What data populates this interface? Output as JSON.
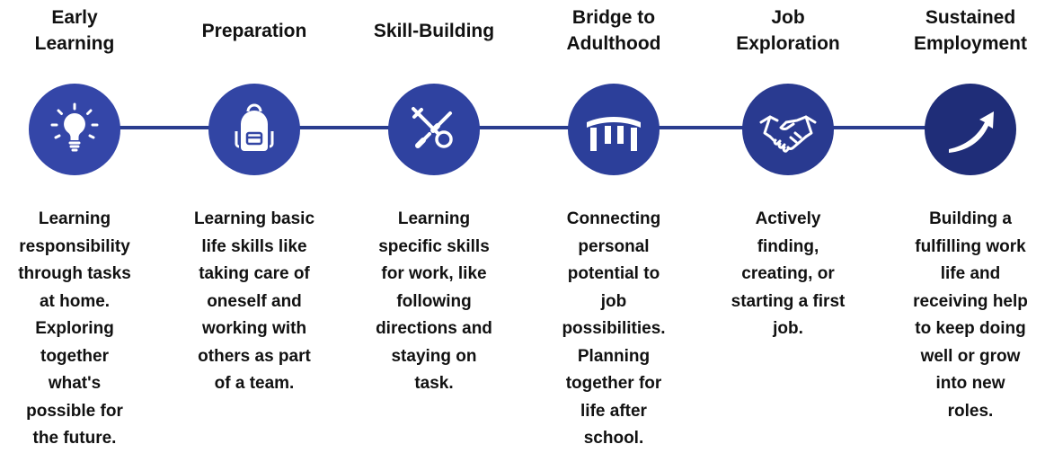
{
  "colors": {
    "line": "#2a3d8f",
    "circles": [
      "#3446a8",
      "#3245a4",
      "#2f42a0",
      "#2c3f9a",
      "#293a90",
      "#1f2d78"
    ],
    "icon": "#ffffff",
    "text": "#111111"
  },
  "stages": [
    {
      "title": "Early\nLearning",
      "icon": "lightbulb-icon",
      "description": "Learning\nresponsibility\nthrough tasks\nat home.\nExploring\ntogether\nwhat's\npossible for\nthe future."
    },
    {
      "title": "Preparation",
      "icon": "backpack-icon",
      "description": "Learning basic\nlife skills like\ntaking care of\noneself and\nworking with\nothers as part\nof a team."
    },
    {
      "title": "Skill-Building",
      "icon": "tools-icon",
      "description": "Learning\nspecific skills\nfor work, like\nfollowing\ndirections and\nstaying on\ntask."
    },
    {
      "title": "Bridge to\nAdulthood",
      "icon": "bridge-icon",
      "description": "Connecting\npersonal\npotential to\njob\npossibilities.\nPlanning\ntogether for\nlife after\nschool."
    },
    {
      "title": "Job\nExploration",
      "icon": "handshake-icon",
      "description": "Actively\nfinding,\ncreating, or\nstarting a first\njob."
    },
    {
      "title": "Sustained\nEmployment",
      "icon": "growth-arrow-icon",
      "description": "Building a\nfulfilling work\nlife and\nreceiving help\nto keep doing\nwell or grow\ninto new\nroles."
    }
  ]
}
